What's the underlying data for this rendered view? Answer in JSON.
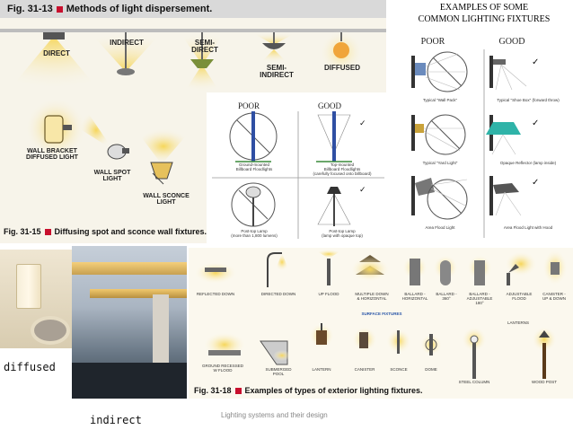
{
  "fig1313": {
    "fig_label": "Fig. 31-13",
    "title": "Methods of light dispersement.",
    "methods": [
      "DIRECT",
      "INDIRECT",
      "SEMI-\nDIRECT",
      "SEMI-\nINDIRECT",
      "DIFFUSED"
    ]
  },
  "examples": {
    "title_line1": "EXAMPLES OF SOME",
    "title_line2": "COMMON LIGHTING FIXTURES",
    "poor": "POOR",
    "good": "GOOD",
    "captions": [
      "Typical \"Wall Pack\"",
      "Typical \"Shoe Box\" (forward throw)",
      "Typical \"Yard Light\"",
      "Opaque Reflector (lamp inside)",
      "Area Flood Light",
      "Area Flood Light with Hood"
    ]
  },
  "fig3115": {
    "fig_label": "Fig. 31-15",
    "title": "Diffusing spot and sconce wall fixtures.",
    "fixtures": [
      "WALL BRACKET\nDIFFUSED LIGHT",
      "WALL SPOT\nLIGHT",
      "WALL SCONCE\nLIGHT"
    ]
  },
  "floodlights": {
    "poor": "POOR",
    "good": "GOOD",
    "captions": [
      "Ground-mounted\nBillboard Floodlights",
      "Top-mounted\nBillboard Floodlights\n(carefully focused onto billboard)",
      "Post-top Lamp\n(more than 1,800 lumens)",
      "Post-top Lamp\n(lamp with opaque top)"
    ]
  },
  "photos": {
    "diffused_label": "diffused",
    "indirect_label": "indirect"
  },
  "fig3118": {
    "fig_label": "Fig. 31-18",
    "title": "Examples of types of exterior lighting fixtures.",
    "row1": [
      "REFLECTED DOWN",
      "DIRECTED DOWN",
      "UP FLOOD",
      "MULTIPLE DOWN\n& HORIZONTAL",
      "BALLARD -\nHORIZONTAL",
      "BALLARD -\n360°",
      "BALLARD -\nADJUSTABLE\n180°",
      "ADJUSTABLE\nFLOOD",
      "CANISTER -\nUP & DOWN"
    ],
    "section": "SURFACE FIXTURES",
    "lanterns": "LANTERNS",
    "row2": [
      "GROUND RECESSED\nW FLOOD",
      "SUBMERGED\nPOOL",
      "LANTERN",
      "CANISTER",
      "SCONCE",
      "DOME",
      "STEEL COLUMN",
      "WOOD POST"
    ]
  },
  "footer": {
    "text": "Lighting systems and their design"
  },
  "colors": {
    "glow": "#f3d56b",
    "red_square": "#c8102e",
    "band": "#cfcfcf"
  }
}
